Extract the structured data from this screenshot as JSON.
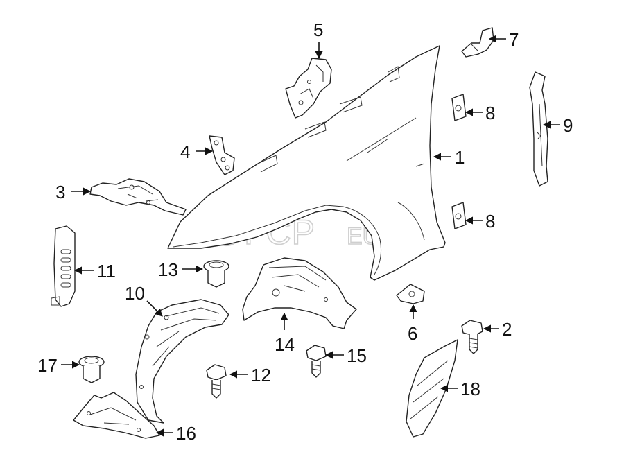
{
  "watermark": {
    "brand": "FCP",
    "suffix": "EURO"
  },
  "callouts": {
    "c1": "1",
    "c2": "2",
    "c3": "3",
    "c4": "4",
    "c5": "5",
    "c6": "6",
    "c7": "7",
    "c8a": "8",
    "c8b": "8",
    "c9": "9",
    "c10": "10",
    "c11": "11",
    "c12": "12",
    "c13": "13",
    "c14": "14",
    "c15": "15",
    "c16": "16",
    "c17": "17",
    "c18": "18"
  }
}
